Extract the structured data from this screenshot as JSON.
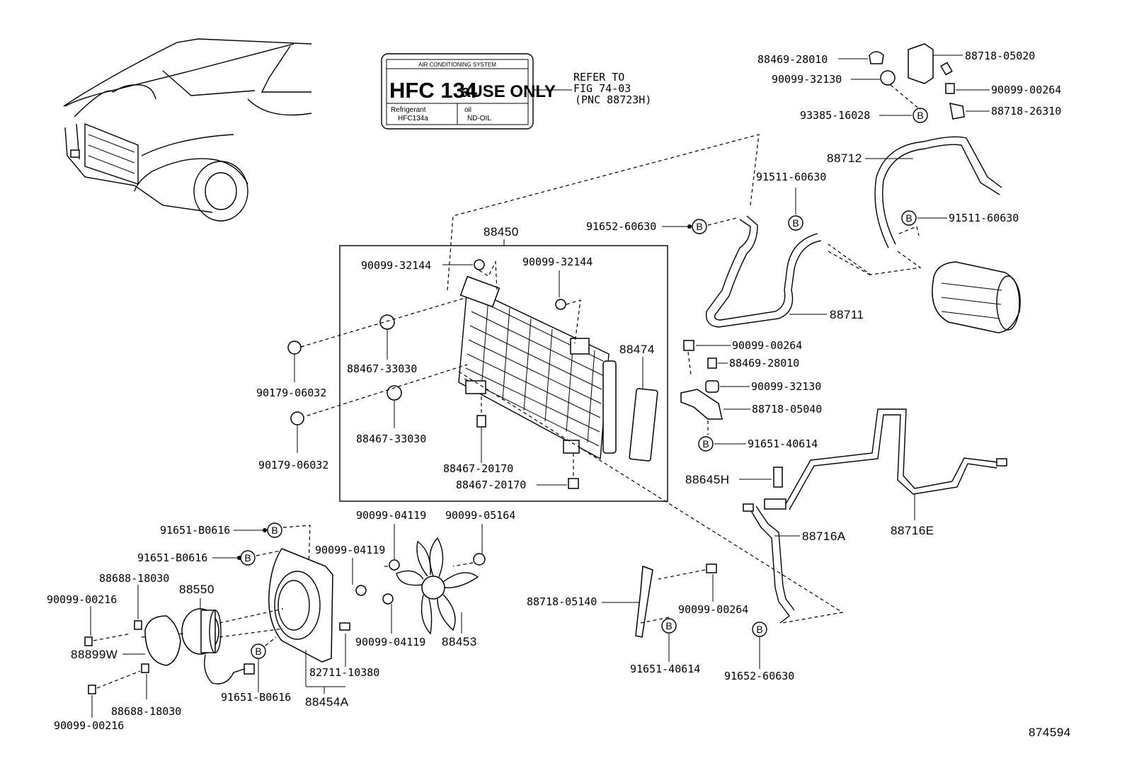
{
  "diagram_id": "874594",
  "label_plate": {
    "header": "AIR CONDITIONING SYSTEM",
    "main": "HFC 134",
    "main_suffix": "aUSE ONLY",
    "refrigerant_label": "Refrigerant",
    "refrigerant_value": "HFC134a",
    "oil_label": "oil",
    "oil_value": "ND-OIL"
  },
  "refer_note": {
    "line1": "REFER TO",
    "line2": "FIG 74-03",
    "line3": "(PNC 88723H)"
  },
  "b_marker": "B",
  "parts": {
    "p88450": "88450",
    "p90099_32144_a": "90099-32144",
    "p90099_32144_b": "90099-32144",
    "p88474": "88474",
    "p90179_06032_a": "90179-06032",
    "p90179_06032_b": "90179-06032",
    "p88467_33030_a": "88467-33030",
    "p88467_33030_b": "88467-33030",
    "p88467_20170_a": "88467-20170",
    "p88467_20170_b": "88467-20170",
    "p88469_28010_top": "88469-28010",
    "p90099_32130_top": "90099-32130",
    "p93385_16028": "93385-16028",
    "p88718_05020": "88718-05020",
    "p90099_00264_top": "90099-00264",
    "p88718_26310": "88718-26310",
    "p88712": "88712",
    "p91511_60630_a": "91511-60630",
    "p91511_60630_b": "91511-60630",
    "p91652_60630_top": "91652-60630",
    "p88711": "88711",
    "p90099_00264_mid": "90099-00264",
    "p88469_28010_mid": "88469-28010",
    "p90099_32130_mid": "90099-32130",
    "p88718_05040": "88718-05040",
    "p91651_40614_mid": "91651-40614",
    "p88645H": "88645H",
    "p88716A": "88716A",
    "p88716E": "88716E",
    "p88718_05140": "88718-05140",
    "p90099_00264_low": "90099-00264",
    "p91651_40614_low": "91651-40614",
    "p91652_60630_low": "91652-60630",
    "p91651_B0616_a": "91651-B0616",
    "p91651_B0616_b": "91651-B0616",
    "p91651_B0616_c": "91651-B0616",
    "p90099_04119_a": "90099-04119",
    "p90099_04119_b": "90099-04119",
    "p90099_04119_c": "90099-04119",
    "p90099_05164": "90099-05164",
    "p88688_18030_a": "88688-18030",
    "p88688_18030_b": "88688-18030",
    "p90099_00216_a": "90099-00216",
    "p90099_00216_b": "90099-00216",
    "p88550": "88550",
    "p88899W": "88899W",
    "p88453": "88453",
    "p82711_10380": "82711-10380",
    "p88454A": "88454A"
  }
}
